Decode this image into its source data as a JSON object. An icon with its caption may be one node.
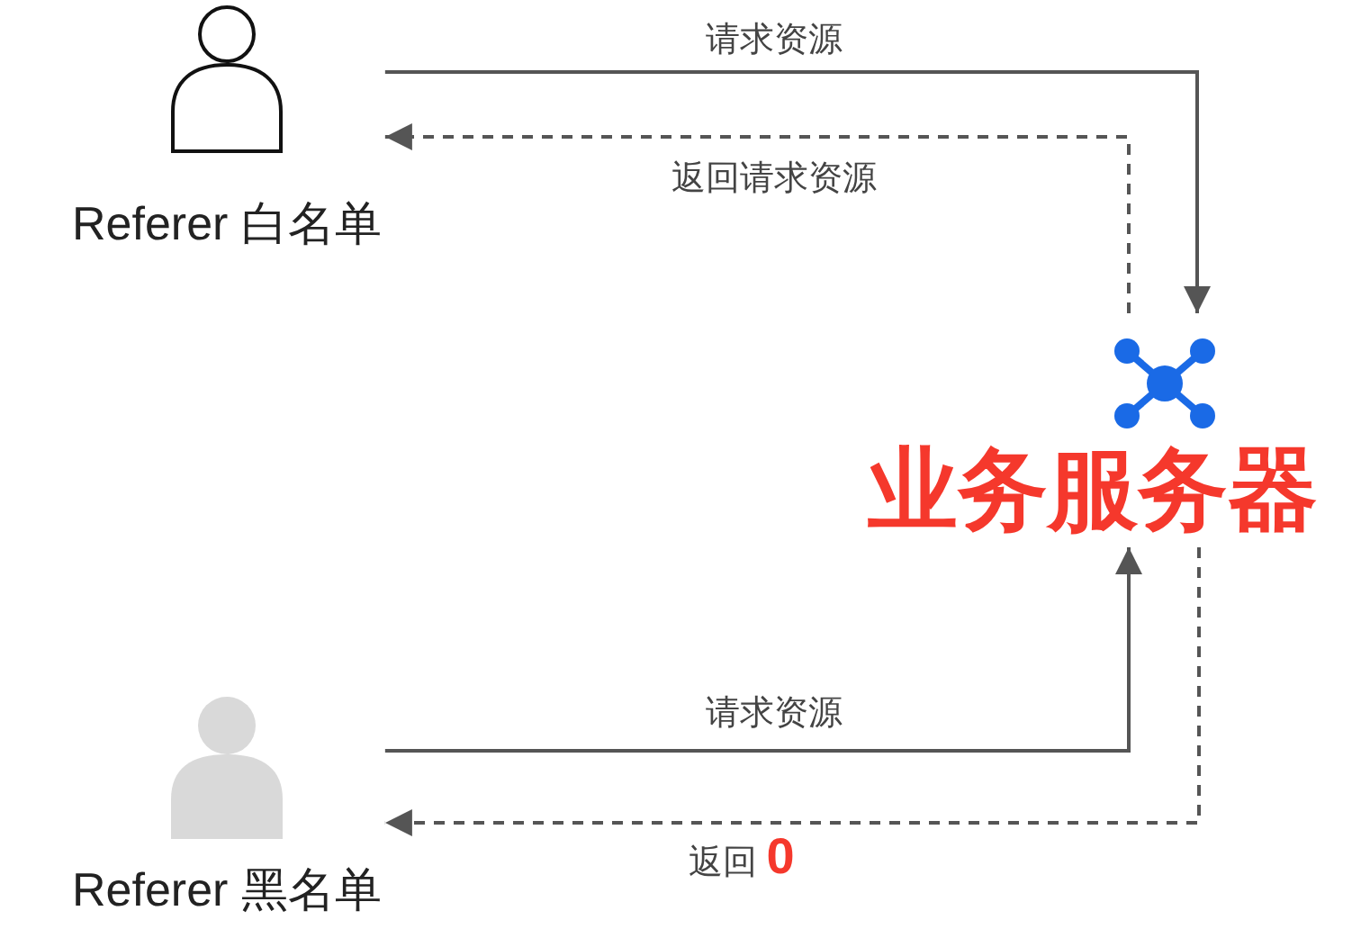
{
  "diagram": {
    "nodes": [
      {
        "text": [
          "Referer 白名单"
        ]
      },
      {
        "text": [
          "业务服务器"
        ]
      },
      {
        "text": [
          "Referer 黑名单"
        ]
      }
    ],
    "edges": [
      {
        "from": 0,
        "to": 1,
        "arrow": "to",
        "label": "请求资源"
      },
      {
        "from": 1,
        "to": 0,
        "arrow": "to",
        "label": "返回请求资源",
        "style": "dashed"
      },
      {
        "from": 2,
        "to": 1,
        "arrow": "to",
        "label": "请求资源"
      },
      {
        "from": 1,
        "to": 2,
        "arrow": "to",
        "label": "返回 **0**",
        "style": "dashed"
      }
    ]
  }
}
